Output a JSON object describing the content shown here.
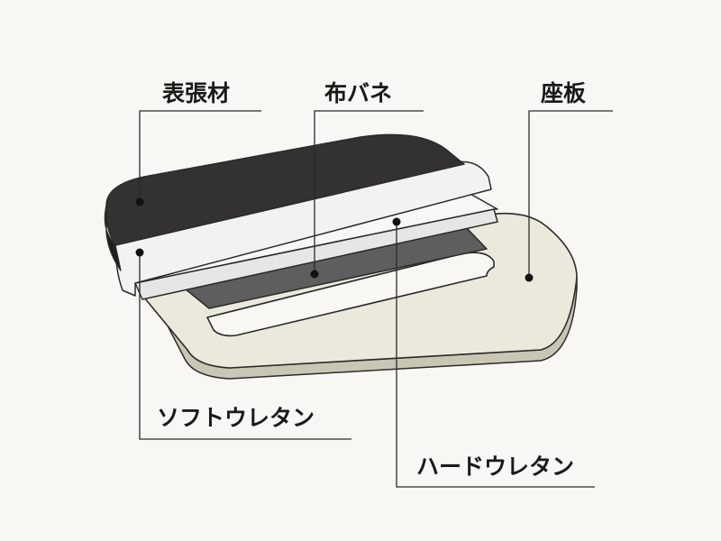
{
  "diagram": {
    "labels": {
      "cover": "表張材",
      "fabric_spring": "布バネ",
      "seat_board": "座板",
      "soft_urethane": "ソフトウレタン",
      "hard_urethane": "ハードウレタン"
    },
    "colors": {
      "background": "#f8f7f3",
      "cover": "#333131",
      "cover_side": "#1f1e1e",
      "urethane": "#f2f2f2",
      "fabric_spring": "#5e5e5e",
      "seat_board": "#ebe9dc",
      "outline": "#2b2b2b"
    }
  }
}
